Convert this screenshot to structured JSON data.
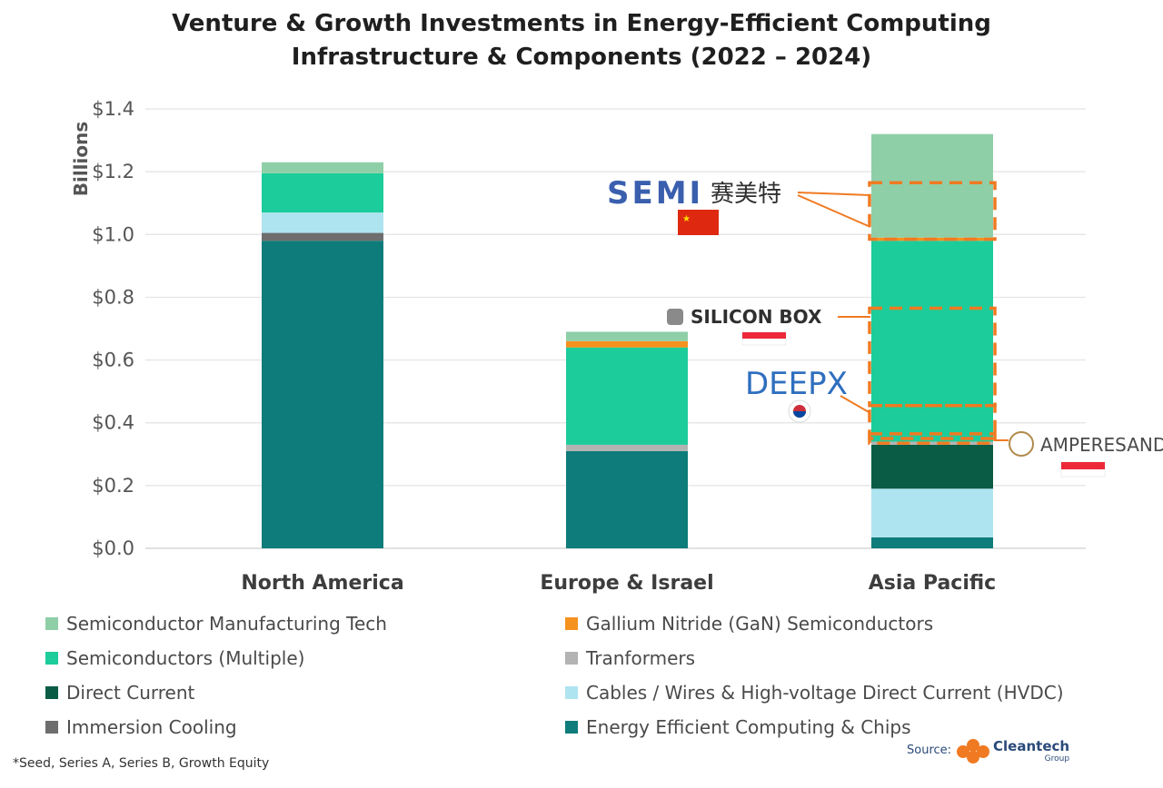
{
  "title_line1": "Venture & Growth Investments in Energy-Efficient Computing",
  "title_line2": "Infrastructure & Components (2022 – 2024)",
  "footnote": "*Seed, Series A, Series B, Growth Equity",
  "source_label": "Source:",
  "source_brand": "Cleantech",
  "source_brand_sub": "Group",
  "company_callouts": [
    {
      "name": "SEMI",
      "name_cn": "赛美特",
      "flag": "china-flag-icon",
      "text_color": "#3a5fae"
    },
    {
      "name": "SILICON BOX",
      "flag": "singapore-flag-icon",
      "text_color": "#2f2f2f"
    },
    {
      "name": "DEEPX",
      "flag": "south-korea-flag-icon",
      "text_color": "#2f6fbf"
    },
    {
      "name": "AMPERESAND",
      "flag": "singapore-flag-icon",
      "text_color": "#4a4a4a"
    }
  ],
  "chart_data": {
    "type": "bar",
    "stacked": true,
    "ylabel": "Billions",
    "ylim": [
      0,
      1.4
    ],
    "yticks": [
      "$0.0",
      "$0.2",
      "$0.4",
      "$0.6",
      "$0.8",
      "$1.0",
      "$1.2",
      "$1.4"
    ],
    "grid": true,
    "legend_position": "bottom",
    "categories": [
      "North America",
      "Europe & Israel",
      "Asia Pacific"
    ],
    "series": [
      {
        "name": "Energy Efficient Computing & Chips",
        "color": "#0e7c7b",
        "values": [
          0.98,
          0.31,
          0.035
        ]
      },
      {
        "name": "Immersion Cooling",
        "color": "#6e6e6e",
        "values": [
          0.025,
          0.0,
          0.0
        ]
      },
      {
        "name": "Cables / Wires & High-voltage Direct Current (HVDC)",
        "color": "#aee4f0",
        "values": [
          0.065,
          0.0,
          0.155
        ]
      },
      {
        "name": "Direct Current",
        "color": "#0a5c45",
        "values": [
          0.0,
          0.0,
          0.14
        ]
      },
      {
        "name": "Tranformers",
        "color": "#b3b3b3",
        "values": [
          0.0,
          0.02,
          0.01
        ]
      },
      {
        "name": "Semiconductors (Multiple)",
        "color": "#1ccc9a",
        "values": [
          0.125,
          0.31,
          0.64
        ]
      },
      {
        "name": "Gallium Nitride (GaN) Semiconductors",
        "color": "#f5911e",
        "values": [
          0.0,
          0.02,
          0.01
        ]
      },
      {
        "name": "Semiconductor Manufacturing Tech",
        "color": "#8fcfa8",
        "values": [
          0.035,
          0.03,
          0.33
        ]
      }
    ],
    "legend_order": [
      "Semiconductor Manufacturing Tech",
      "Gallium Nitride (GaN) Semiconductors",
      "Semiconductors (Multiple)",
      "Tranformers",
      "Direct Current",
      "Cables / Wires & High-voltage Direct Current (HVDC)",
      "Immersion Cooling",
      "Energy Efficient Computing & Chips"
    ],
    "highlight_boxes": [
      {
        "category": "Asia Pacific",
        "from": 0.985,
        "to": 1.165,
        "company": "SEMI"
      },
      {
        "category": "Asia Pacific",
        "from": 0.455,
        "to": 0.765,
        "company": "SILICON BOX"
      },
      {
        "category": "Asia Pacific",
        "from": 0.35,
        "to": 0.455,
        "company": "DEEPX"
      },
      {
        "category": "Asia Pacific",
        "from": 0.335,
        "to": 0.365,
        "company": "AMPERESAND"
      }
    ],
    "highlight_color": "#f07a22"
  }
}
